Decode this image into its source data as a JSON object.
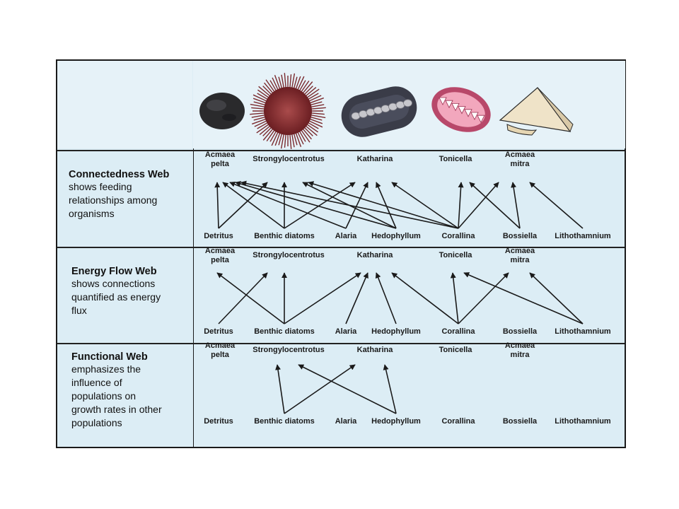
{
  "rows": [
    {
      "title": "Connectedness Web",
      "description": [
        "shows feeding",
        "relationships among",
        "organisms"
      ],
      "top_labels": [
        [
          "Acmaea",
          "pelta"
        ],
        [
          "Strongylocentrotus"
        ],
        [
          "Katharina"
        ],
        [
          "Tonicella"
        ],
        [
          "Acmaea",
          "mitra"
        ]
      ],
      "bottom_labels": [
        "Detritus",
        "Benthic diatoms",
        "Alaria",
        "Hedophyllum",
        "Corallina",
        "Bossiella",
        "Lithothamnium"
      ]
    },
    {
      "title": "Energy Flow Web",
      "description": [
        "shows connections",
        "quantified as energy",
        "flux"
      ],
      "top_labels": [
        [
          "Acmaea",
          "pelta"
        ],
        [
          "Strongylocentrotus"
        ],
        [
          "Katharina"
        ],
        [
          "Tonicella"
        ],
        [
          "Acmaea",
          "mitra"
        ]
      ],
      "bottom_labels": [
        "Detritus",
        "Benthic diatoms",
        "Alaria",
        "Hedophyllum",
        "Corallina",
        "Bossiella",
        "Lithothamnium"
      ]
    },
    {
      "title": "Functional Web",
      "description": [
        "emphasizes the",
        "influence of",
        "populations on",
        "growth rates in other",
        "populations"
      ],
      "top_labels": [
        [
          "Acmaea",
          "pelta"
        ],
        [
          "Strongylocentrotus"
        ],
        [
          "Katharina"
        ],
        [
          "Tonicella"
        ],
        [
          "Acmaea",
          "mitra"
        ]
      ],
      "bottom_labels": [
        "Detritus",
        "Benthic diatoms",
        "Alaria",
        "Hedophyllum",
        "Corallina",
        "Bossiella",
        "Lithothamnium"
      ]
    }
  ],
  "colors": {
    "panel_background": "#dcedf5",
    "header_background": "#e6f2f8",
    "border": "#1a1a1a",
    "arrow": "#1a1a1a"
  },
  "header_icons": [
    "black-snail-icon",
    "sea-urchin-icon",
    "chiton-katharina-icon",
    "chiton-tonicella-icon",
    "limpet-cone-icon"
  ]
}
